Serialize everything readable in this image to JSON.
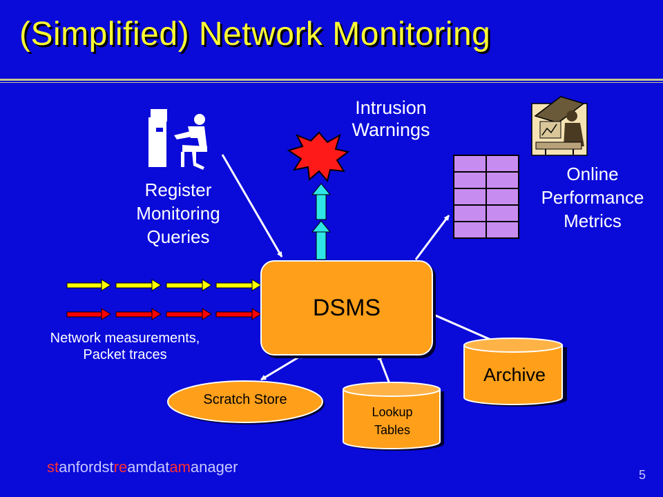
{
  "slide": {
    "title": "(Simplified) Network Monitoring",
    "page_number": "5"
  },
  "labels": {
    "intrusion_line1": "Intrusion",
    "intrusion_line2": "Warnings",
    "register_line1": "Register",
    "register_line2": "Monitoring",
    "register_line3": "Queries",
    "online_line1": "Online",
    "online_line2": "Performance",
    "online_line3": "Metrics",
    "network_line1": "Network measurements,",
    "network_line2": "Packet traces"
  },
  "nodes": {
    "dsms": "DSMS",
    "archive": "Archive",
    "scratch": "Scratch Store",
    "lookup_line1": "Lookup",
    "lookup_line2": "Tables"
  },
  "footer": {
    "parts": [
      "st",
      "anfordst",
      "re",
      "amdat",
      "am",
      "anager"
    ]
  },
  "colors": {
    "background": "#0a0ad9",
    "title": "#ffff33",
    "node_fill": "#ff9f1a",
    "stream_top": "#ffff00",
    "stream_bottom": "#ff0000",
    "output_arrow": "#2ee6e6",
    "grid_cell": "#c78cf0",
    "burst": "#ff1a1a",
    "footer_red": "#ff3030"
  },
  "icons": [
    "person-at-terminal-icon",
    "operator-at-console-icon",
    "explosion-icon"
  ]
}
